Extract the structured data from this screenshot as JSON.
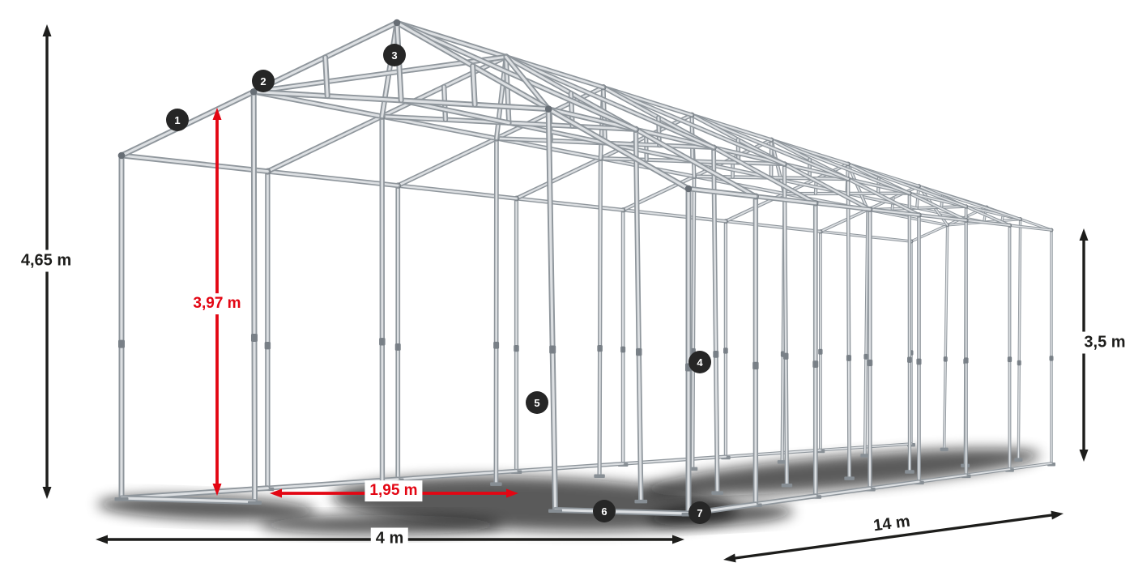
{
  "diagram": {
    "dimensions": {
      "total_height": "4,65 m",
      "clear_height": "3,97 m",
      "side_height": "3,5 m",
      "width": "4 m",
      "length": "14 m",
      "entrance_width": "1,95 m"
    },
    "markers": [
      {
        "label": "1"
      },
      {
        "label": "2"
      },
      {
        "label": "3"
      },
      {
        "label": "4"
      },
      {
        "label": "5"
      },
      {
        "label": "6"
      },
      {
        "label": "7"
      }
    ],
    "colors": {
      "dimension_black": "#1d1d1b",
      "dimension_red": "#e30613",
      "marker_background": "#262626",
      "marker_text": "#ffffff",
      "tube_dark": "#8f969c",
      "tube_light": "#dcdfe2"
    }
  }
}
